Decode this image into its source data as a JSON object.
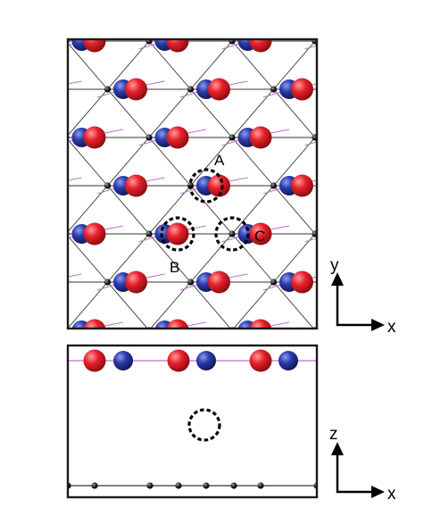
{
  "top_view": {
    "label_a": "A",
    "label_b": "B",
    "label_c": "C",
    "axis_horizontal": "x",
    "axis_vertical": "y"
  },
  "side_view": {
    "axis_horizontal": "x",
    "axis_vertical": "z"
  },
  "colors": {
    "red_atom": "#e8202a",
    "blue_atom": "#2b3aa8",
    "small_atom": "#1a1a1a",
    "bond_black": "#333333",
    "bond_purple": "#c070d0"
  },
  "atom_legend": [
    "red-atom",
    "blue-atom",
    "small-black-atom"
  ]
}
